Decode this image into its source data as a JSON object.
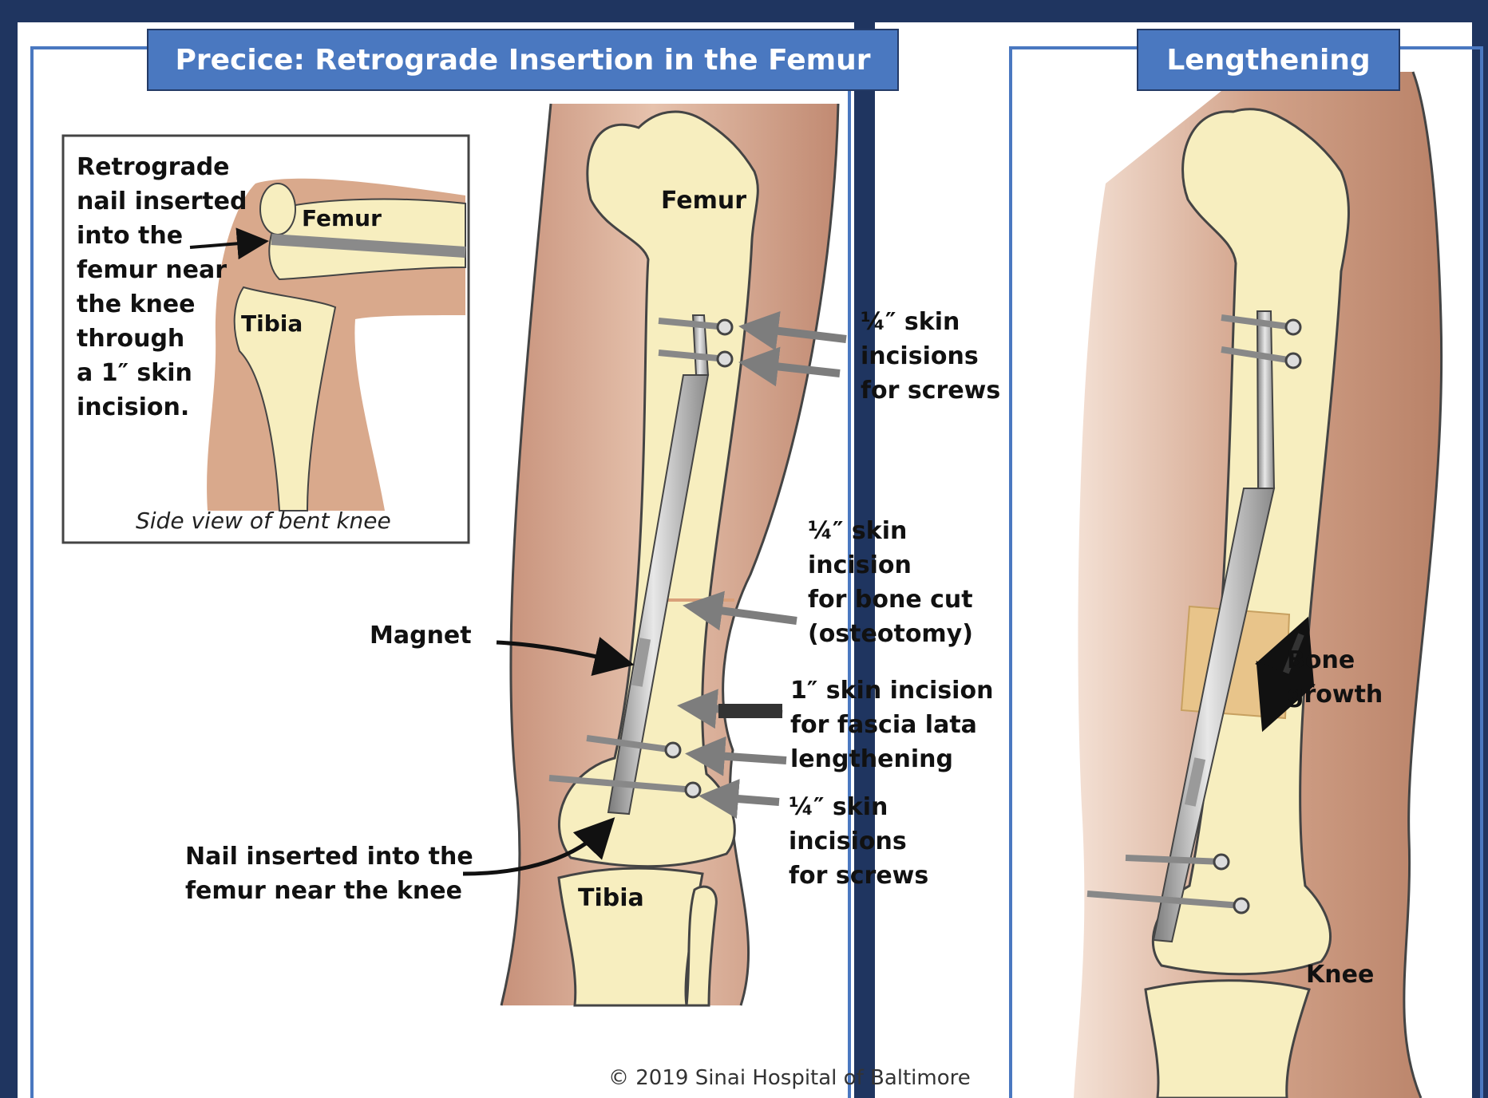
{
  "diagram": {
    "left_panel_title": "Precice: Retrograde Insertion in the Femur",
    "right_panel_title": "Lengthening",
    "inset": {
      "text": "Retrograde\nnail inserted\ninto the\nfemur near\nthe knee\nthrough\na 1″ skin\nincision.",
      "femur_label": "Femur",
      "tibia_label": "Tibia",
      "caption": "Side view of bent knee"
    },
    "main": {
      "femur_label": "Femur",
      "tibia_label": "Tibia",
      "magnet_label": "Magnet",
      "nail_label": "Nail inserted into the\nfemur near the knee",
      "upper_screws_label": "¼″ skin\nincisions\nfor screws",
      "bone_cut_label": "¼″ skin\nincision\nfor bone cut\n(osteotomy)",
      "fascia_label": "1″ skin incision\nfor fascia lata\nlengthening",
      "lower_screws_label": "¼″ skin\nincisions\nfor screws"
    },
    "right": {
      "bone_growth_label": "Bone\ngrowth",
      "knee_label": "Knee"
    },
    "copyright": "© 2019 Sinai Hospital of Baltimore",
    "colors": {
      "background": "#1f3560",
      "panel": "#ffffff",
      "panel_border": "#4a78c0",
      "title_fill": "#4a78c0",
      "skin": "#d9a98c",
      "bone": "#f7eebf",
      "nail": "#a9a9a9",
      "arrow_gray": "#7d7d7d",
      "arrow_black": "#111111"
    }
  }
}
